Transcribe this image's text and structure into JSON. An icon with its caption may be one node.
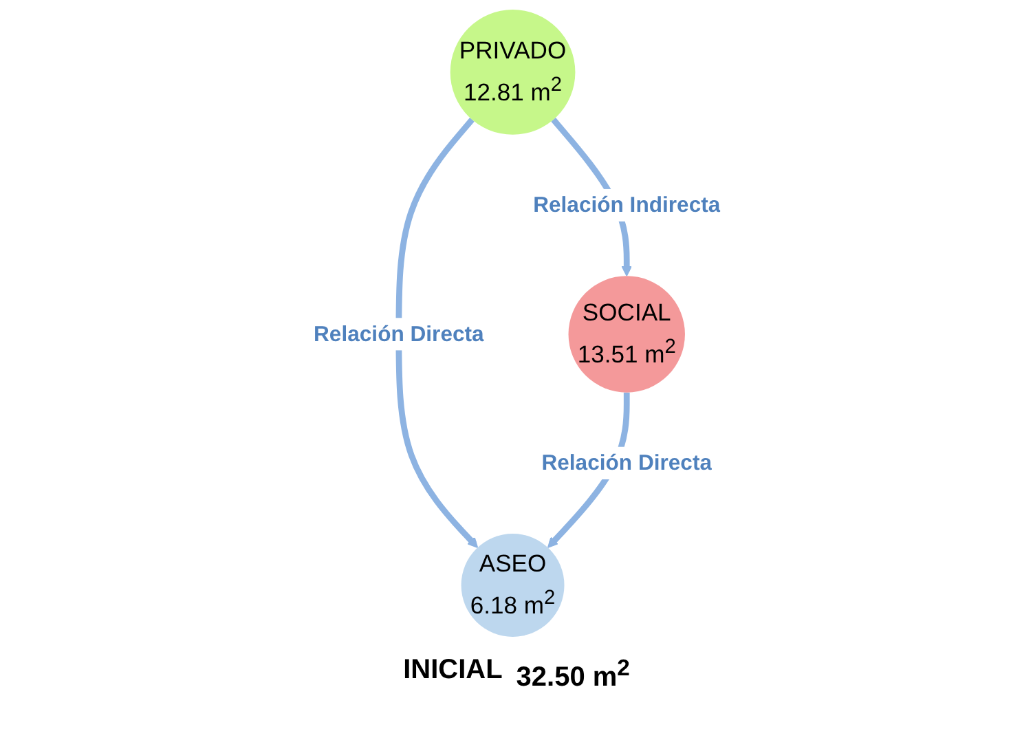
{
  "diagram": {
    "nodes": [
      {
        "text": [
          "PRIVADO",
          "12.81 m$^{2}$"
        ]
      },
      {
        "text": [
          "ASEO",
          "6.18 m$^{2}$"
        ]
      },
      {
        "text": [
          "SOCIAL",
          "13.51 m$^{2}$"
        ]
      }
    ],
    "edges": [
      {
        "from": 0,
        "to": 1,
        "arrow": "to",
        "label": "Relación Directa"
      },
      {
        "from": 0,
        "to": 2,
        "arrow": "to",
        "label": "Relación Indirecta"
      },
      {
        "from": 2,
        "to": 1,
        "arrow": "to",
        "label": "Relación Directa"
      }
    ],
    "labels": [
      "INICIAL",
      "32.50 m$^{2}$"
    ]
  }
}
